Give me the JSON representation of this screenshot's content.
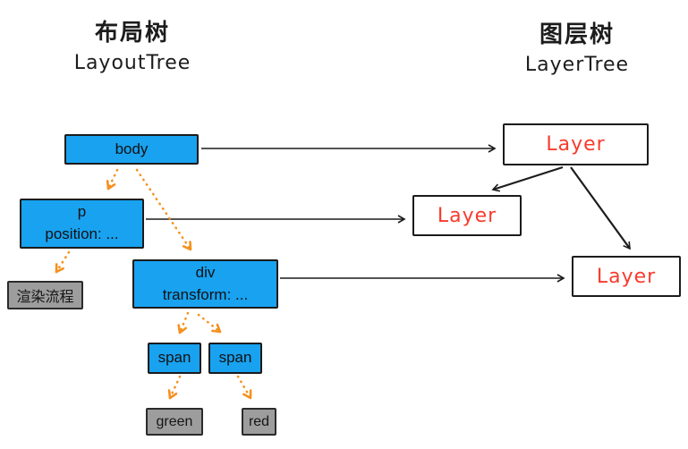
{
  "titles": {
    "layout_zh": "布局树",
    "layout_en": "LayoutTree",
    "layer_zh": "图层树",
    "layer_en": "LayerTree"
  },
  "nodes": {
    "body": {
      "label": "body"
    },
    "p": {
      "label": "p",
      "style_note": "position: ..."
    },
    "div": {
      "label": "div",
      "style_note": "transform: ..."
    },
    "span_left": {
      "label": "span"
    },
    "span_right": {
      "label": "span"
    },
    "green": {
      "label": "green"
    },
    "red": {
      "label": "red"
    },
    "render_process": {
      "label": "渲染流程"
    },
    "layer_top": {
      "label": "Layer"
    },
    "layer_middle": {
      "label": "Layer"
    },
    "layer_bottom": {
      "label": "Layer"
    }
  },
  "colors": {
    "node_blue": "#18a2f0",
    "node_gray": "#9d9d9d",
    "layer_text_red": "#f73c2d",
    "arrow_orange": "#f5911e",
    "arrow_black": "#1c1c1c"
  }
}
